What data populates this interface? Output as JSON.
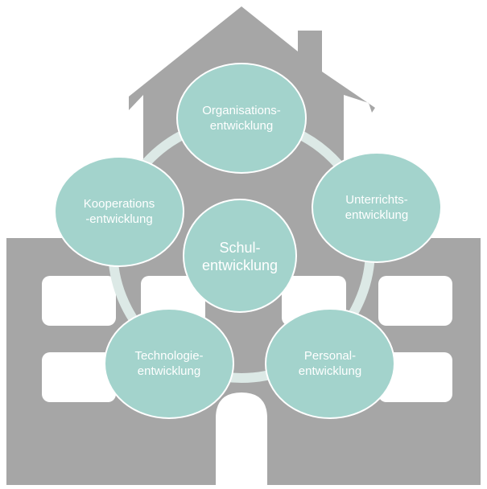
{
  "colors": {
    "house": "#a6a6a6",
    "window": "#ffffff",
    "circle_fill": "#a3d3cc",
    "circle_stroke": "#ffffff",
    "ring": "#dce9e6",
    "text": "#ffffff"
  },
  "center": {
    "line1": "Schul-",
    "line2": "entwicklung"
  },
  "satellites": [
    {
      "line1": "Organisations-",
      "line2": "entwicklung"
    },
    {
      "line1": "Unterrichts-",
      "line2": "entwicklung"
    },
    {
      "line1": "Personal-",
      "line2": "entwicklung"
    },
    {
      "line1": "Technologie-",
      "line2": "entwicklung"
    },
    {
      "line1": "Kooperations",
      "line2": "-entwicklung"
    }
  ]
}
